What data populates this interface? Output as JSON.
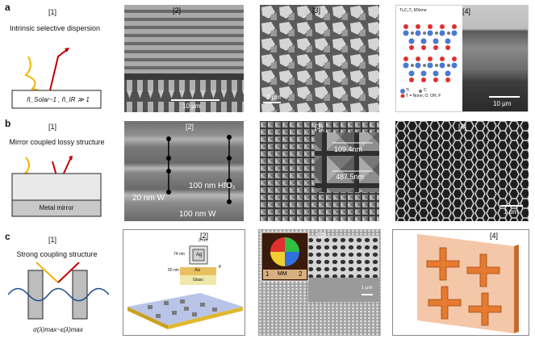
{
  "rows": [
    {
      "letter": "a",
      "scheme_tag": "[1]",
      "scheme_title": "Intrinsic selective dispersion",
      "scheme_formula": "ñ_Solar~1 , ñ_IR ≫ 1",
      "panel_tags": [
        "[2]",
        "[3]",
        "[4]"
      ],
      "scalebars": [
        "10 μm",
        "2 μm",
        "10 μm"
      ],
      "mxene_title": "Ti₃C₂Tₓ MXene",
      "mxene_legend": [
        "Ti",
        "C",
        "T = None, O, OH, F"
      ]
    },
    {
      "letter": "b",
      "scheme_tag": "[1]",
      "scheme_title": "Mirror coupled lossy structure",
      "scheme_mirror": "Metal mirror",
      "panel_tags": [
        "[2]",
        "[3]",
        "[4]"
      ],
      "sem_labels": [
        "20 nm W",
        "100 nm HfO₂",
        "100 nm W"
      ],
      "dims": [
        "109.4nm",
        "487.5nm"
      ],
      "scalebar4": "1 μm"
    },
    {
      "letter": "c",
      "scheme_tag": "[1]",
      "scheme_title": "Strong coupling structure",
      "scheme_formula": "σ(λ)max~ε(λ)max",
      "panel_tags": [
        "[2]",
        "[3]",
        "[4]"
      ],
      "cross_labels": [
        "3 nm",
        "74 nm",
        "Ag",
        "Au",
        "50 nm",
        "Glass",
        "g"
      ],
      "ruler_labels": [
        "1",
        "MM",
        "2"
      ],
      "scalebar3": "1 μm"
    }
  ]
}
